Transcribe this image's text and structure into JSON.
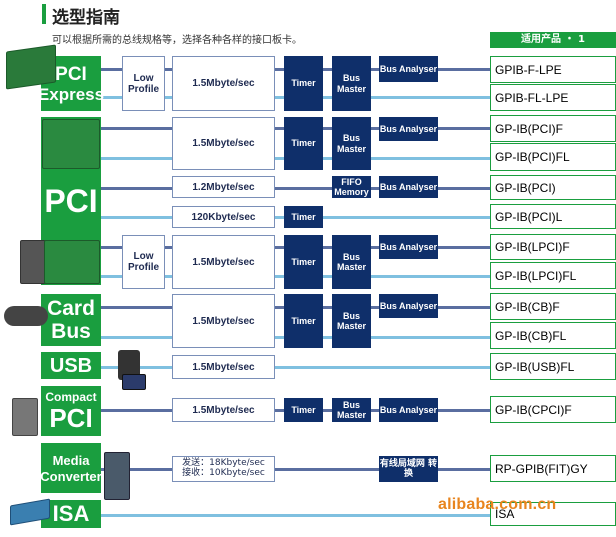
{
  "header": {
    "title": "选型指南",
    "subtitle": "可以根据所需的总线规格等，选择各种各样的接口板卡。",
    "products_header": "适用产品 ・ 1"
  },
  "categories": {
    "pci_express": [
      "PCI",
      "Express"
    ],
    "pci": "PCI",
    "card_bus": [
      "Card",
      "Bus"
    ],
    "usb": "USB",
    "compact_pci": [
      "Compact",
      "PCI"
    ],
    "media_converter": [
      "Media",
      "Converter"
    ],
    "isa": "ISA"
  },
  "boxes": {
    "low_profile": "Low Profile",
    "speed_15": "1.5Mbyte/sec",
    "speed_12": "1.2Mbyte/sec",
    "speed_120k": "120Kbyte/sec",
    "timer": "Timer",
    "bus_master": "Bus Master",
    "bus_analyser": "Bus Analyser",
    "fifo_memory": "FIFO Memory",
    "send_speed": "发送：18Kbyte/sec",
    "recv_speed": "接收：10Kbyte/sec",
    "lan": "有线局域网 转换"
  },
  "products": [
    "GPIB-F-LPE",
    "GPIB-FL-LPE",
    "GP-IB(PCI)F",
    "GP-IB(PCI)FL",
    "GP-IB(PCI)",
    "GP-IB(PCI)L",
    "GP-IB(LPCI)F",
    "GP-IB(LPCI)FL",
    "GP-IB(CB)F",
    "GP-IB(CB)FL",
    "GP-IB(USB)FL",
    "GP-IB(CPCI)F",
    "RP-GPIB(FIT)GY",
    "ISA"
  ],
  "watermark": "alibaba.com.cn",
  "colors": {
    "green": "#1a9e3f",
    "navy": "#0f2f6a",
    "line_dark": "#5a6ea0",
    "line_light": "#7fc0e0",
    "watermark": "#e8851e"
  }
}
